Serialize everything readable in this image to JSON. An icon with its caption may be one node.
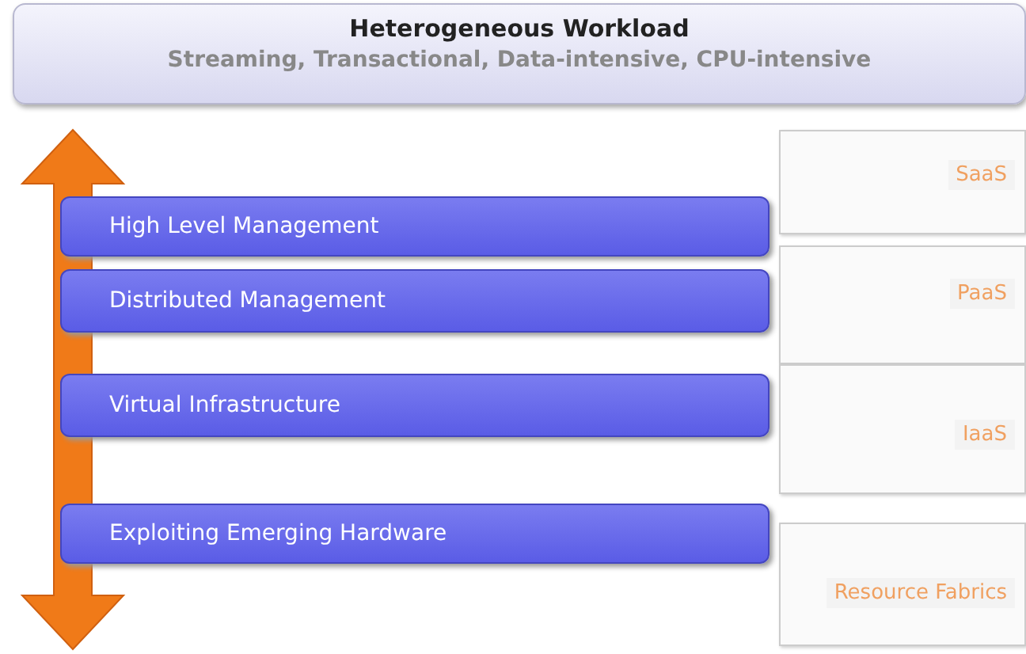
{
  "diagram": {
    "nodes": [
      {
        "text": [
          "Heterogeneous Workload",
          "Streaming,  Transactional,  Data-intensive, CPU-intensive"
        ]
      },
      {
        "text": [
          "SaaS"
        ]
      },
      {
        "text": [
          "PaaS"
        ]
      },
      {
        "text": [
          "IaaS"
        ]
      },
      {
        "text": [
          "Resource Fabrics"
        ]
      },
      {
        "text": [
          "High Level Management"
        ]
      },
      {
        "text": [
          "Distributed Management"
        ]
      },
      {
        "text": [
          "Virtual Infrastructure"
        ]
      },
      {
        "text": [
          "Exploiting Emerging Hardware"
        ]
      }
    ]
  }
}
